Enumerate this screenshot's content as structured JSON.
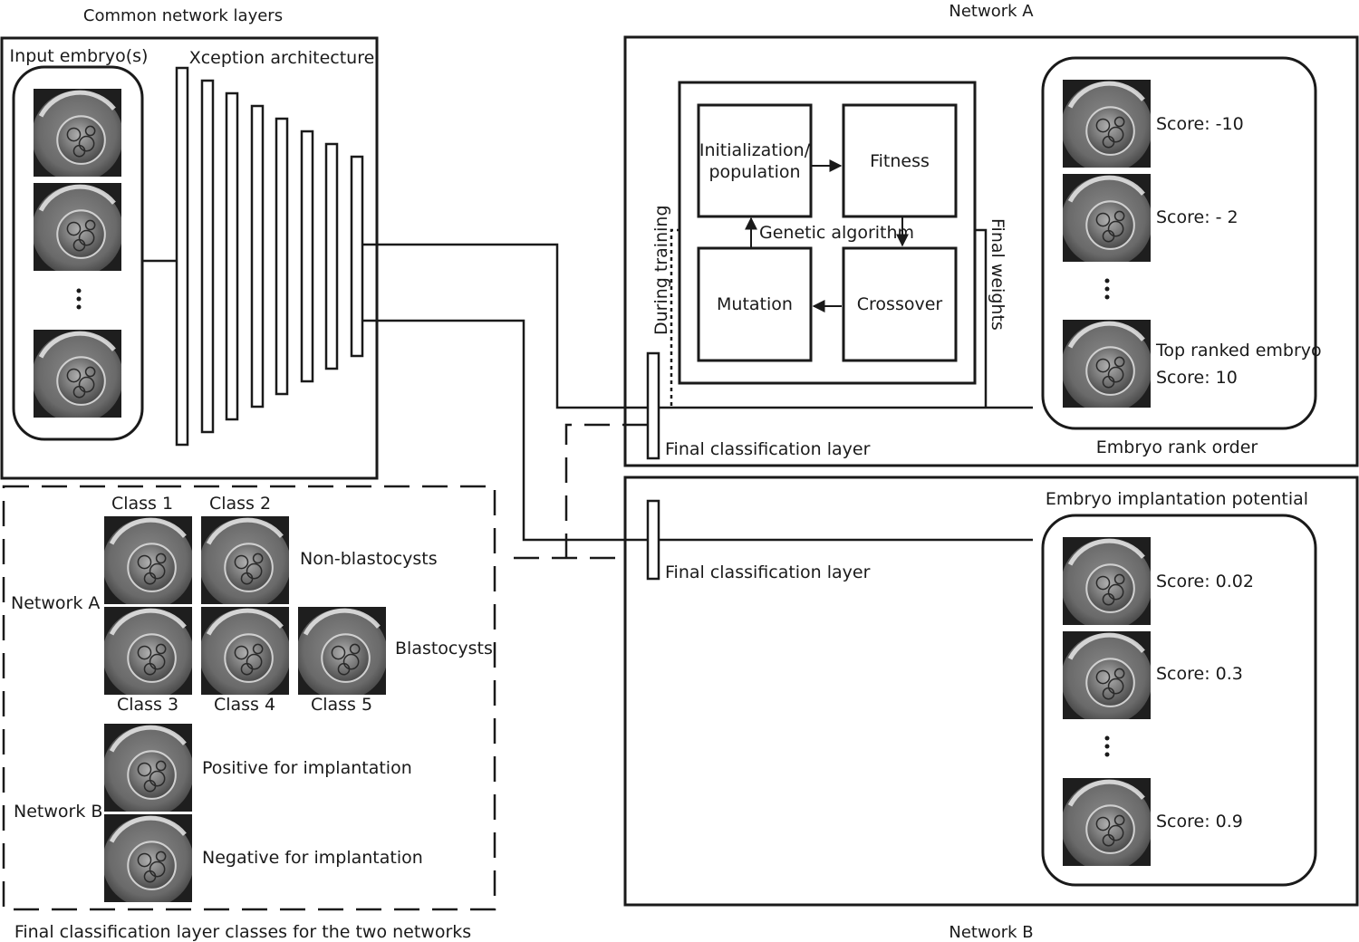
{
  "common": {
    "title": "Common network layers",
    "input_label": "Input embryo(s)",
    "arch_label": "Xception architecture"
  },
  "network_a": {
    "title": "Network A",
    "ga_label": "Genetic algorithm",
    "init_label_1": "Initialization/",
    "init_label_2": "population",
    "fitness_label": "Fitness",
    "mutation_label": "Mutation",
    "crossover_label": "Crossover",
    "during_training": "During training",
    "final_weights": "Final weights",
    "fcl_label": "Final classification layer",
    "rank_title": "Embryo rank order",
    "scores": [
      "Score: -10",
      "Score: - 2",
      "Score: 10"
    ],
    "top_ranked": "Top ranked embryo"
  },
  "network_b": {
    "title": "Network B",
    "fcl_label": "Final classification layer",
    "potential_title": "Embryo implantation potential",
    "scores": [
      "Score: 0.02",
      "Score: 0.3",
      "Score: 0.9"
    ]
  },
  "legend": {
    "caption": "Final classification layer classes for the two networks",
    "network_a": "Network A",
    "network_b": "Network B",
    "class1": "Class 1",
    "class2": "Class 2",
    "class3": "Class 3",
    "class4": "Class 4",
    "class5": "Class 5",
    "non_blasto": "Non-blastocysts",
    "blasto": "Blastocysts",
    "positive": "Positive for implantation",
    "negative": "Negative for implantation"
  },
  "colors": {
    "line": "#1a1a1a",
    "image_bg": "#1e1e1e"
  }
}
